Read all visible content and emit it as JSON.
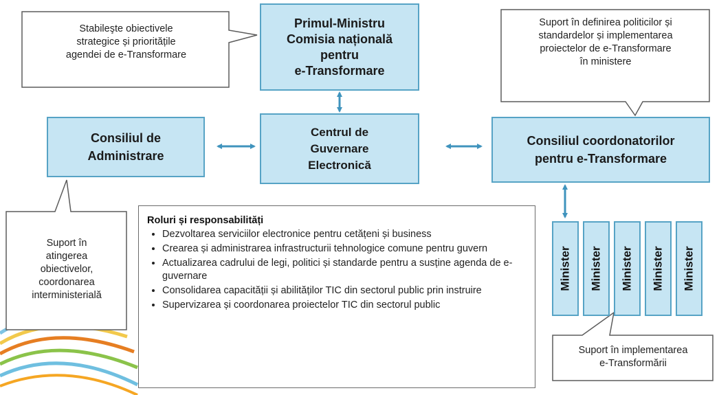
{
  "boxes": {
    "prime_minister": "Primul-Ministru\nComisia națională\npentru\ne-Transformare",
    "center": "Centrul de\nGuvernare\nElectronică",
    "admin_council": "Consiliul de\nAdministrare",
    "coordinators_council": "Consiliul  coordonatorilor\npentru  e-Transformare"
  },
  "callouts": {
    "strategic": "Stabileşte  obiectivele\nstrategice și prioritățile\nagendei de e-Transformare",
    "policy_support": "Suport în definirea politicilor și\nstandardelor și implementarea\nproiectelor de e-Transformare\nîn ministere",
    "objectives_support": "Suport în\natingerea\nobiectivelor,\ncoordonarea\ninterministerială",
    "implementation_support": "Suport în implementarea\ne-Transformării"
  },
  "roles": {
    "title": "Roluri și responsabilități",
    "items": [
      "Dezvoltarea serviciilor electronice pentru cetățeni și business",
      "Crearea și administrarea infrastructurii tehnologice comune pentru guvern",
      "Actualizarea cadrului de legi, politici și standarde pentru a susține agenda de e-guvernare",
      "Consolidarea capacității și abilităților TIC din sectorul public prin instruire",
      "Supervizarea și coordonarea proiectelor TIC din sectorul public"
    ]
  },
  "ministries": [
    "Minister",
    "Minister",
    "Minister",
    "Minister",
    "Minister"
  ],
  "colors": {
    "box_fill": "#c6e5f3",
    "box_border": "#56a3c5",
    "arrow": "#3f93bd",
    "callout_border": "#5c5c5c"
  }
}
